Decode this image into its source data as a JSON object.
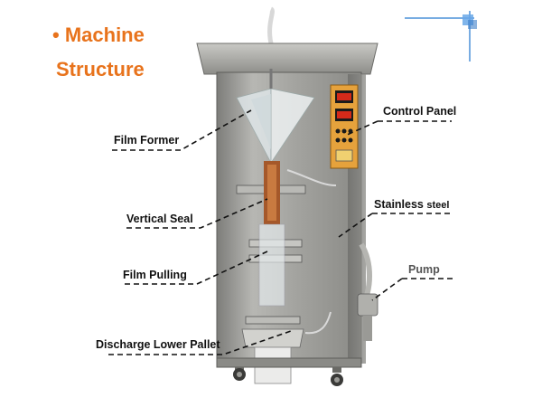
{
  "title": {
    "bullet": "•",
    "line1": "Machine",
    "line2": "Structure"
  },
  "labels": {
    "control_panel": "Control  Panel",
    "film_former": "Film  Former",
    "stainless": "Stainless",
    "steel": "steel",
    "vertical_seal": "Vertical  Seal",
    "pump": "Pump",
    "film_pulling": "Film  Pulling",
    "discharge": "Discharge  Lower  Pallet"
  },
  "colors": {
    "accent": "#e8731c",
    "steel": "#9a9a97",
    "panel": "#e6a23c",
    "logo": "#4a90d9"
  }
}
